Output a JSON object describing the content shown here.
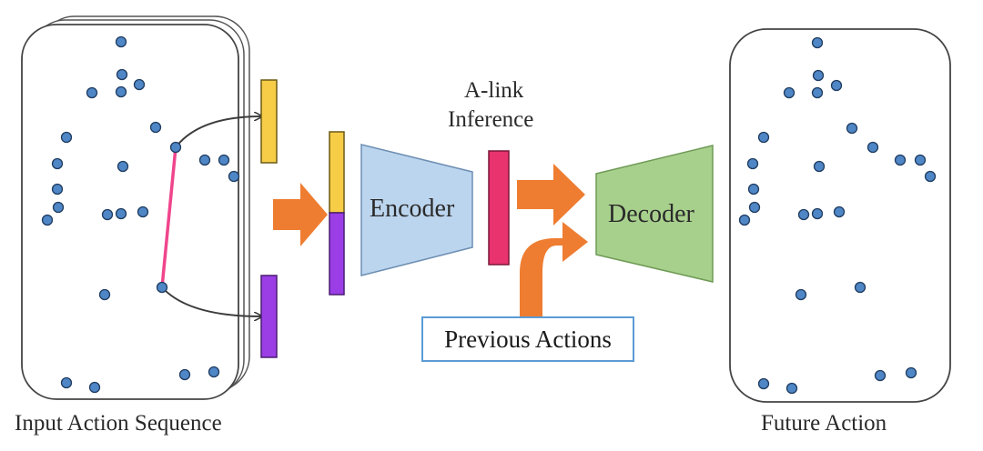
{
  "labels": {
    "input_sequence": "Input Action Sequence",
    "future_action": "Future Action",
    "alink_line1": "A-link",
    "alink_line2": "Inference",
    "encoder": "Encoder",
    "decoder": "Decoder",
    "previous_actions": "Previous Actions"
  },
  "colors": {
    "joint": "#4f86c6",
    "link": "#f0458c",
    "orange_arrow": "#ee7d31",
    "yellow_bar": "#f7cd48",
    "purple_bar": "#9b3ee6",
    "encoder_fill": "#bcd5ee",
    "decoder_fill": "#a8d08d",
    "alink_bar": "#e8336f"
  },
  "icons": [
    "skeleton-joint-icon",
    "curved-arrow-icon",
    "orange-arrow-icon"
  ]
}
